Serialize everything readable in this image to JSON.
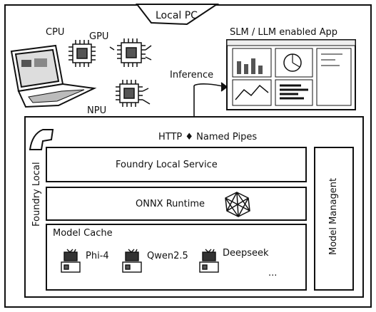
{
  "title": "Local PC",
  "cpu_label": "CPU",
  "gpu_label": "GPU",
  "npu_label": "NPU",
  "app_label": "SLM / LLM enabled App",
  "inference_label": "Inference",
  "protocol_label": "HTTP ♦ Named Pipes",
  "side_label": "Foundry Local",
  "service_label": "Foundry Local Service",
  "runtime_label": "ONNX Runtime",
  "model_mgmt_label": "Model Managent",
  "cache": {
    "title": "Model Cache",
    "models": [
      "Phi-4",
      "Qwen2.5",
      "Deepseek"
    ],
    "more": "..."
  }
}
